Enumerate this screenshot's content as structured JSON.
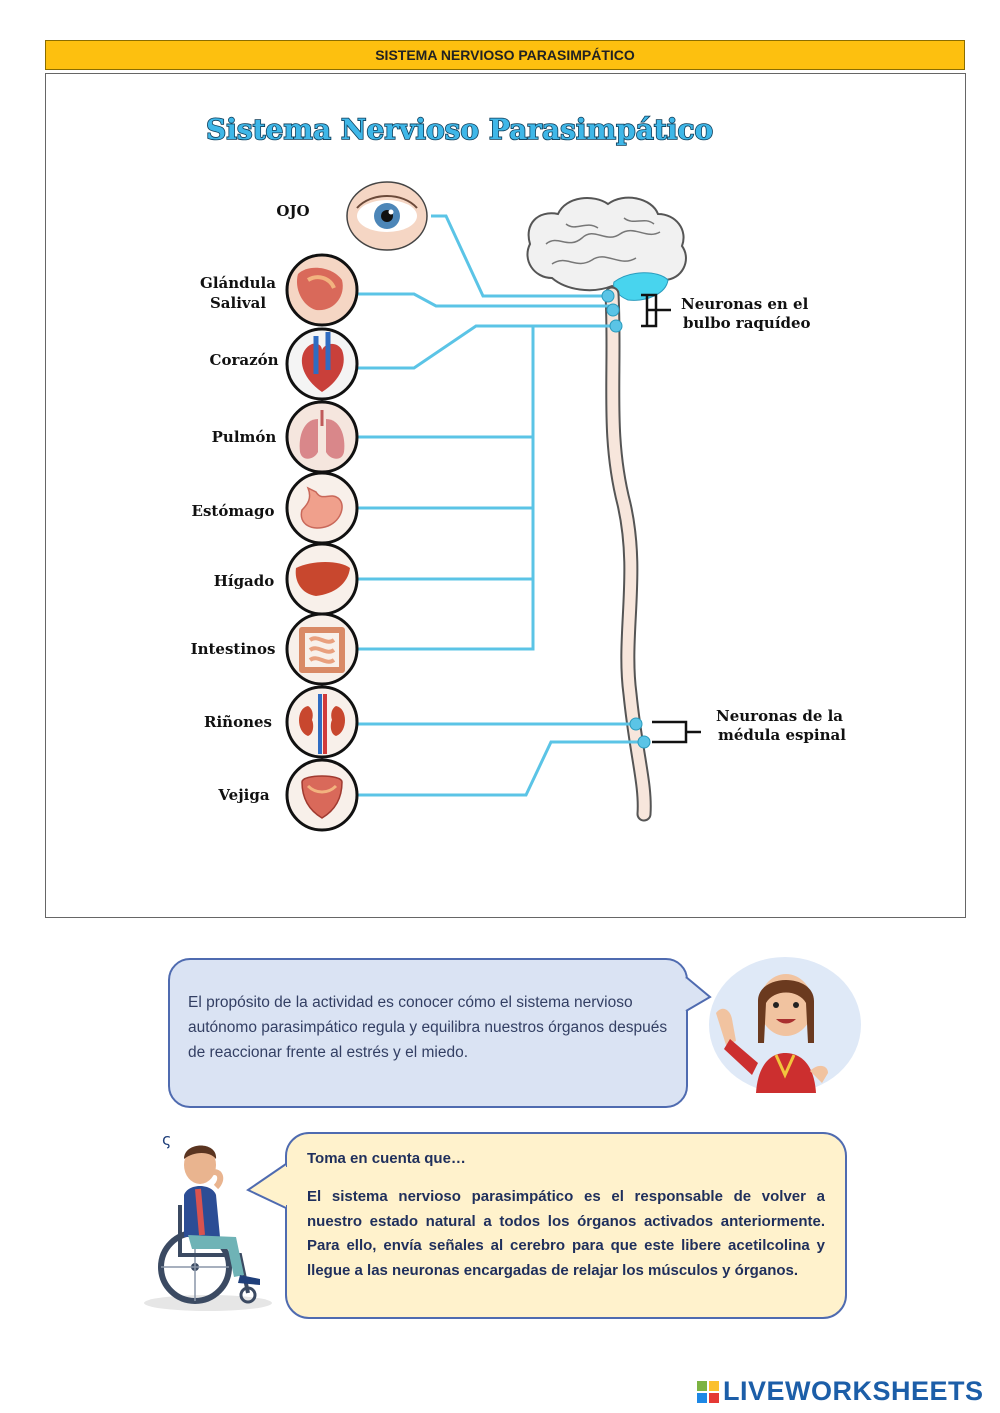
{
  "header": {
    "title": "SISTEMA NERVIOSO PARASIMPÁTICO"
  },
  "diagram": {
    "title": "Sistema Nervioso Parasimpático",
    "organs": [
      {
        "key": "ojo",
        "label": "OJO",
        "icon": "eye-icon"
      },
      {
        "key": "glandula",
        "label_line1": "Glándula",
        "label_line2": "Salival",
        "icon": "salivary-gland-icon"
      },
      {
        "key": "corazon",
        "label": "Corazón",
        "icon": "heart-icon"
      },
      {
        "key": "pulmon",
        "label": "Pulmón",
        "icon": "lung-icon"
      },
      {
        "key": "estomago",
        "label": "Estómago",
        "icon": "stomach-icon"
      },
      {
        "key": "higado",
        "label": "Hígado",
        "icon": "liver-icon"
      },
      {
        "key": "intestinos",
        "label": "Intestinos",
        "icon": "intestines-icon"
      },
      {
        "key": "rinones",
        "label": "Riñones",
        "icon": "kidneys-icon"
      },
      {
        "key": "vejiga",
        "label": "Vejiga",
        "icon": "bladder-icon"
      }
    ],
    "neurons_bulbo": {
      "line1": "Neuronas en el",
      "line2": "bulbo raquídeo"
    },
    "neurons_medula": {
      "line1": "Neuronas de la",
      "line2": "médula espinal"
    },
    "nerve_color": "#5bc4e6",
    "spine_color": "#f7e6dc"
  },
  "purpose_bubble": {
    "text": "El propósito de la actividad es conocer cómo el sistema nervioso autónomo parasimpático regula y equilibra nuestros órganos después de reaccionar frente al estrés y el miedo."
  },
  "note_bubble": {
    "title": "Toma en cuenta que…",
    "text": "El sistema nervioso parasimpático es el responsable de volver a nuestro estado natural a todos los órganos activados anteriormente. Para ello, envía señales al cerebro para que este libere acetilcolina y llegue a las neuronas encargadas de relajar los músculos y órganos."
  },
  "footer": {
    "logo_text": "LIVEWORKSHEETS"
  }
}
